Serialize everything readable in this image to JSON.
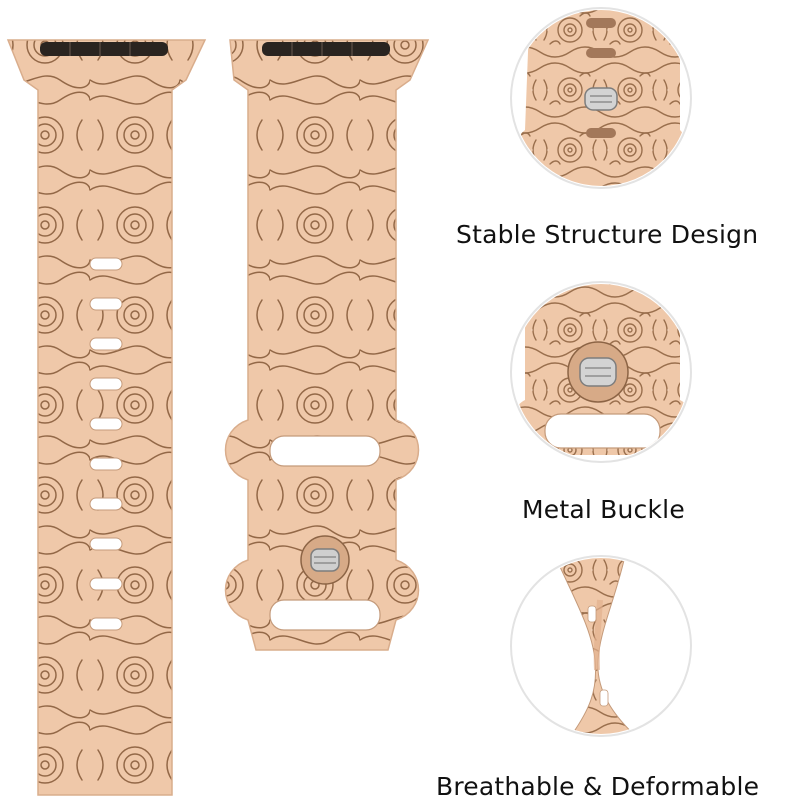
{
  "colors": {
    "band": "#efc8a9",
    "band_light": "#f6dcc6",
    "engraving": "#9a6f4d",
    "engraving_dark": "#7a5034",
    "lug": "#2a2420",
    "buckle": "#c9c9c9",
    "circle_border": "#e3e3e3",
    "caption": "#111111"
  },
  "features": [
    {
      "label": "Stable Structure Design",
      "image": "structure-closeup"
    },
    {
      "label": "Metal Buckle",
      "image": "buckle-closeup"
    },
    {
      "label": "Breathable & Deformable",
      "image": "twisted-band-closeup"
    }
  ]
}
